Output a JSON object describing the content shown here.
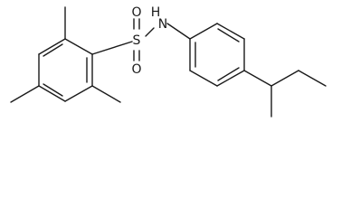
{
  "molecule": {
    "atoms": {
      "sulfur": "S",
      "oxygen_top": "O",
      "oxygen_bottom": "O",
      "nitrogen": "N",
      "hydrogen": "H"
    },
    "colors": {
      "bond": "#1a1a1a",
      "background": "#ffffff"
    }
  }
}
